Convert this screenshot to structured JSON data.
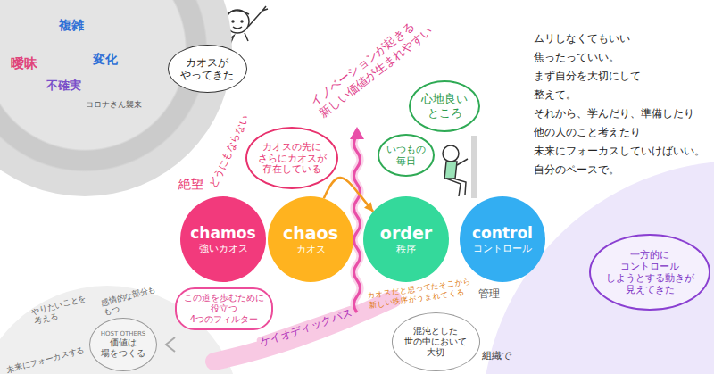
{
  "diagram": {
    "nodes": [
      {
        "text": [
          "複雑",
          "曖昧",
          "変化",
          "不確実",
          "コロナさん襲来"
        ]
      },
      {
        "text": [
          "カオスが やってきた"
        ]
      },
      {
        "text": [
          "カオスの先に さらにカオスが 存在している"
        ]
      },
      {
        "text": [
          "心地良い ところ"
        ]
      },
      {
        "text": [
          "いつもの 毎日"
        ]
      },
      {
        "text": [
          "chamos",
          "強いカオス"
        ]
      },
      {
        "text": [
          "chaos",
          "カオス"
        ]
      },
      {
        "text": [
          "order",
          "秩序"
        ]
      },
      {
        "text": [
          "control",
          "コントロール"
        ]
      },
      {
        "text": [
          "一方的に コントロール しようとする動きが 見えてきた"
        ]
      },
      {
        "text": [
          "この道を歩むために 役立つ 4つのフィルター"
        ]
      },
      {
        "text": [
          "HOST OTHERS",
          "価値は 場をつくる"
        ]
      },
      {
        "text": [
          "混沌とした 世の中において 大切"
        ]
      }
    ],
    "edges": [
      {
        "from": 6,
        "to": 7,
        "arrow": "to"
      }
    ],
    "labels": [
      "イノベーションが起きる 新しい価値が生まれやすい",
      "どうにもならない",
      "絶望",
      "ムリしなくてもいい",
      "焦ったっていい。",
      "まず自分を大切にして",
      "整えて。",
      "それから、学んだり、準備したり",
      "他の人のこと考えたり",
      "未来にフォーカスしていけばいい。",
      "自分のペースで。",
      "ケイオディックパス",
      "カオスだと思ってたそこから 新しい秩序がうまれてくる",
      "管理",
      "組織で",
      "やりたいことを 考える",
      "感情的な部分も もつ",
      "未来にフォーカスする"
    ]
  }
}
